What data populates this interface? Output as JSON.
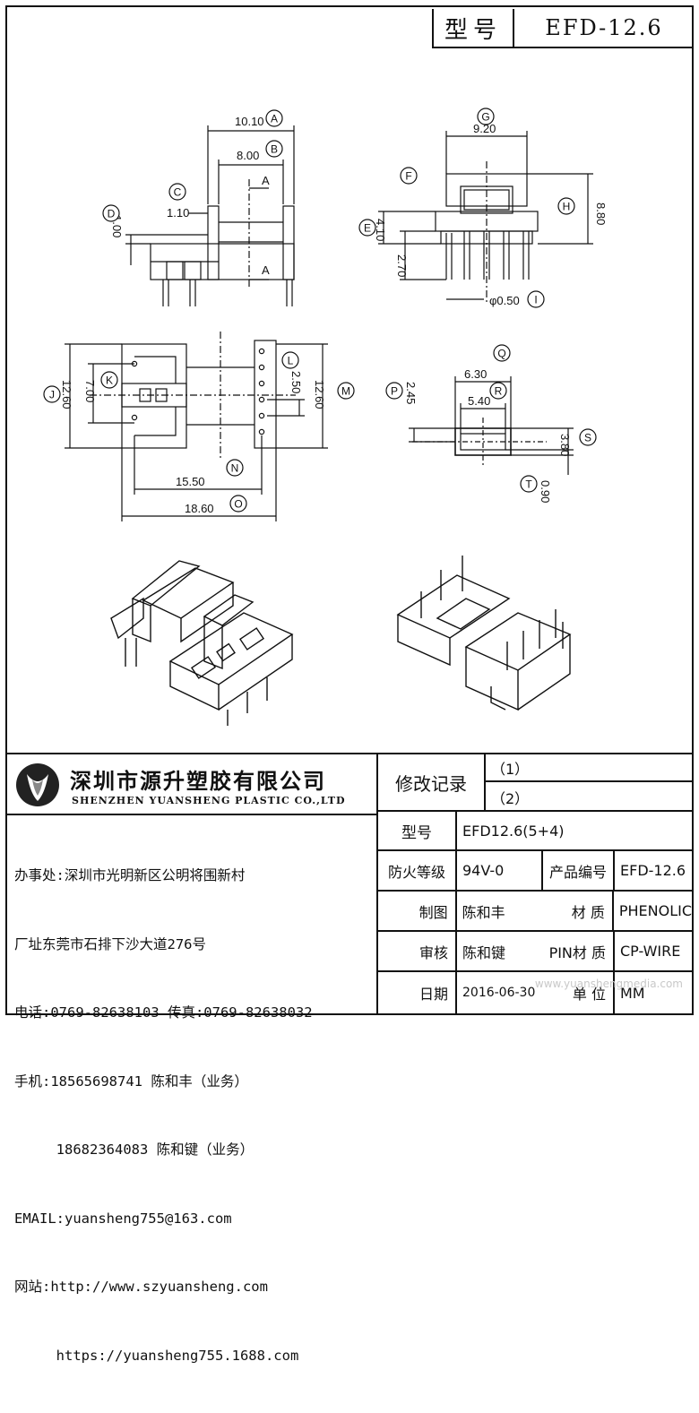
{
  "title_block": {
    "label": "型号",
    "model": "EFD-12.6"
  },
  "dims": {
    "A": "10.10",
    "B": "8.00",
    "C": "1.10",
    "D": "1.00",
    "A_sec": "A",
    "G": "9.20",
    "F": "4.10",
    "E": "2.70",
    "H": "8.80",
    "I": "φ0.50",
    "J": "12.60",
    "K": "7.00",
    "L": "2.50",
    "M": "12.60",
    "N": "15.50",
    "O": "18.60",
    "Q": "6.30",
    "R": "5.40",
    "P": "2.45",
    "S": "3.80",
    "T": "0.90"
  },
  "dim_letters": [
    "A",
    "B",
    "C",
    "D",
    "E",
    "F",
    "G",
    "H",
    "I",
    "J",
    "K",
    "L",
    "M",
    "N",
    "O",
    "P",
    "Q",
    "R",
    "S",
    "T"
  ],
  "company": {
    "cn_name": "深圳市源升塑胶有限公司",
    "en_name": "SHENZHEN YUANSHENG PLASTIC CO.,LTD",
    "lines": [
      "办事处:深圳市光明新区公明将围新村",
      "厂址东莞市石排下沙大道276号",
      "电话:0769-82638103 传真:0769-82638032",
      "手机:18565698741 陈和丰（业务）",
      "     18682364083 陈和键（业务）",
      "EMAIL:yuansheng755@163.com",
      "网站:http://www.szyuansheng.com",
      "     https://yuansheng755.1688.com"
    ]
  },
  "spec": {
    "revision_label": "修改记录",
    "rev1": "（1）",
    "rev2": "（2）",
    "model_label": "型号",
    "model_value": "EFD12.6(5+4)",
    "fire_label": "防火等级",
    "fire_value": "94V-0",
    "product_no_label": "产品编号",
    "product_no_value": "EFD-12.6",
    "drawn_label": "制图",
    "drawn_value": "陈和丰",
    "material_label": "材 质",
    "material_value": "PHENOLIC",
    "review_label": "审核",
    "review_value": "陈和键",
    "pin_label": "PIN材 质",
    "pin_value": "CP-WIRE",
    "date_label": "日期",
    "date_value": "2016-06-30",
    "unit_label": "单 位",
    "unit_value": "MM"
  },
  "watermark": "www.yuanshengmedia.com"
}
